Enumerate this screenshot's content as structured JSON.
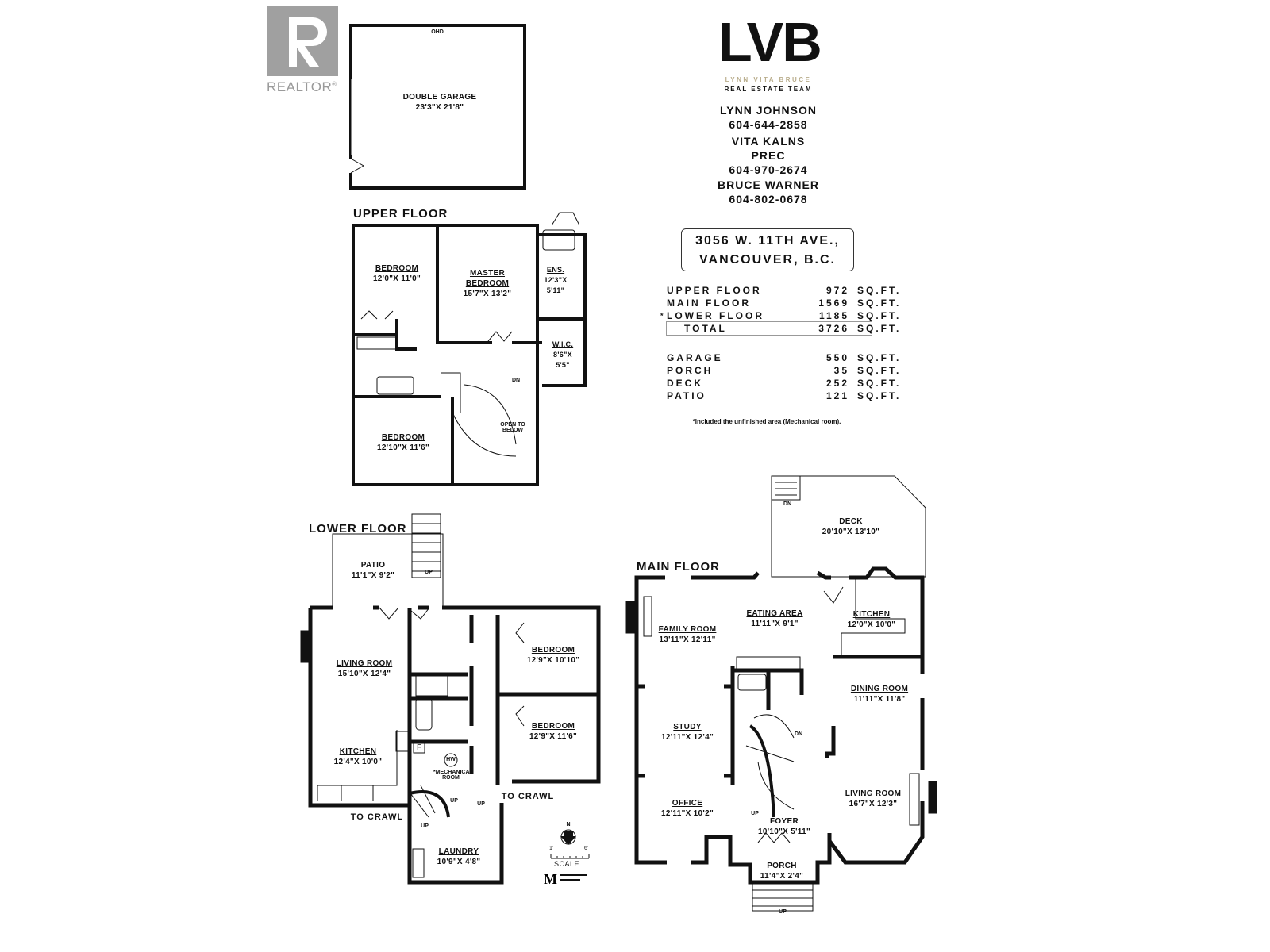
{
  "realtor_logo": {
    "text": "REALTOR",
    "mark": "®",
    "color": "#9a9a9a"
  },
  "brand": {
    "logo": "LVB",
    "tagline": "LYNN VITA BRUCE",
    "subtitle": "REAL ESTATE TEAM",
    "tagline_color": "#b9ad8c"
  },
  "contacts": [
    {
      "name": "LYNN JOHNSON",
      "phone": "604-644-2858"
    },
    {
      "name": "VITA KALNS",
      "title": "PREC",
      "phone": "604-970-2674"
    },
    {
      "name": "BRUCE WARNER",
      "phone": "604-802-0678"
    }
  ],
  "address": {
    "line1": "3056 W. 11TH AVE.,",
    "line2": "VANCOUVER, B.C."
  },
  "areas": {
    "floors": [
      {
        "label": "UPPER FLOOR",
        "value": "972",
        "unit": "SQ.FT."
      },
      {
        "label": "MAIN FLOOR",
        "value": "1569",
        "unit": "SQ.FT."
      },
      {
        "label": "LOWER FLOOR",
        "marker": "*",
        "value": "1185",
        "unit": "SQ.FT."
      }
    ],
    "total": {
      "label": "TOTAL",
      "value": "3726",
      "unit": "SQ.FT."
    },
    "other": [
      {
        "label": "GARAGE",
        "value": "550",
        "unit": "SQ.FT."
      },
      {
        "label": "PORCH",
        "value": "35",
        "unit": "SQ.FT."
      },
      {
        "label": "DECK",
        "value": "252",
        "unit": "SQ.FT."
      },
      {
        "label": "PATIO",
        "value": "121",
        "unit": "SQ.FT."
      }
    ],
    "footnote": "*Included the unfinished area (Mechanical room)."
  },
  "garage": {
    "door": "OHD",
    "name": "DOUBLE GARAGE",
    "dims": "23'3\"X 21'8\""
  },
  "upper_floor": {
    "title": "UPPER FLOOR",
    "rooms": [
      {
        "name": "BEDROOM",
        "dims": "12'0\"X 11'0\""
      },
      {
        "name": "MASTER BEDROOM",
        "dims": "15'7\"X 13'2\""
      },
      {
        "name": "ENS.",
        "dims": "12'3\"X 5'11\""
      },
      {
        "name": "W.I.C.",
        "dims": "8'6\"X 5'5\""
      },
      {
        "name": "BEDROOM",
        "dims": "12'10\"X 11'6\""
      }
    ],
    "notes": {
      "dn": "DN",
      "open": "OPEN TO BELOW"
    }
  },
  "lower_floor": {
    "title": "LOWER FLOOR",
    "rooms": [
      {
        "name": "PATIO",
        "dims": "11'1\"X 9'2\""
      },
      {
        "name": "LIVING ROOM",
        "dims": "15'10\"X 12'4\""
      },
      {
        "name": "BEDROOM",
        "dims": "12'9\"X 10'10\""
      },
      {
        "name": "BEDROOM",
        "dims": "12'9\"X 11'6\""
      },
      {
        "name": "KITCHEN",
        "dims": "12'4\"X 10'0\""
      },
      {
        "name": "LAUNDRY",
        "dims": "10'9\"X 4'8\""
      }
    ],
    "notes": {
      "mech": "*MECHANICAL ROOM",
      "hw": "HW",
      "f": "F",
      "up": "UP",
      "crawl1": "TO CRAWL",
      "crawl2": "TO CRAWL"
    }
  },
  "main_floor": {
    "title": "MAIN FLOOR",
    "rooms": [
      {
        "name": "DECK",
        "dims": "20'10\"X 13'10\""
      },
      {
        "name": "EATING AREA",
        "dims": "11'11\"X 9'1\""
      },
      {
        "name": "FAMILY ROOM",
        "dims": "13'11\"X 12'11\""
      },
      {
        "name": "KITCHEN",
        "dims": "12'0\"X 10'0\""
      },
      {
        "name": "DINING ROOM",
        "dims": "11'11\"X 11'8\""
      },
      {
        "name": "STUDY",
        "dims": "12'11\"X 12'4\""
      },
      {
        "name": "OFFICE",
        "dims": "12'11\"X 10'2\""
      },
      {
        "name": "LIVING ROOM",
        "dims": "16'7\"X 12'3\""
      },
      {
        "name": "FOYER",
        "dims": "10'10\"X 5'11\""
      },
      {
        "name": "PORCH",
        "dims": "11'4\"X 2'4\""
      }
    ],
    "notes": {
      "dn": "DN",
      "up": "UP"
    }
  },
  "scale": {
    "north": "N",
    "min": "1'",
    "max": "6'",
    "label": "SCALE"
  }
}
